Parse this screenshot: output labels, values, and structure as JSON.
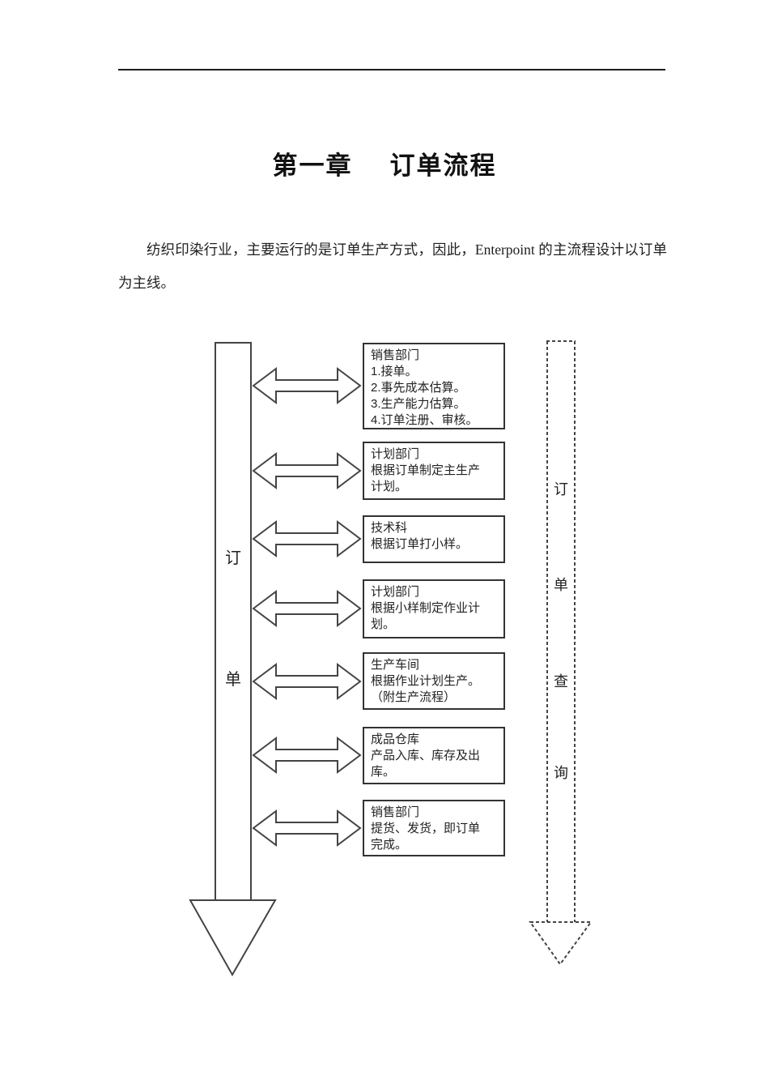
{
  "document": {
    "title_chapter": "第一章",
    "title_name": "订单流程",
    "paragraph": "纺织印染行业，主要运行的是订单生产方式，因此，Enterpoint 的主流程设计以订单为主线。"
  },
  "flowchart": {
    "main_arrow_chars": [
      "订",
      "单"
    ],
    "query_arrow_chars": [
      "订",
      "单",
      "查",
      "询"
    ],
    "boxes": [
      {
        "text": "销售部门\n1.接单。\n2.事先成本估算。\n3.生产能力估算。\n4.订单注册、审核。"
      },
      {
        "text": "计划部门\n根据订单制定主生产\n计划。"
      },
      {
        "text": "技术科\n根据订单打小样。"
      },
      {
        "text": "计划部门\n根据小样制定作业计\n划。"
      },
      {
        "text": "生产车间\n根据作业计划生产。\n（附生产流程）"
      },
      {
        "text": "成品仓库\n产品入库、库存及出\n库。"
      },
      {
        "text": "销售部门\n提货、发货，即订单\n完成。"
      }
    ],
    "colors": {
      "line": "#444444",
      "box_border": "#333333",
      "text": "#1a1a1a",
      "background": "#ffffff"
    }
  }
}
